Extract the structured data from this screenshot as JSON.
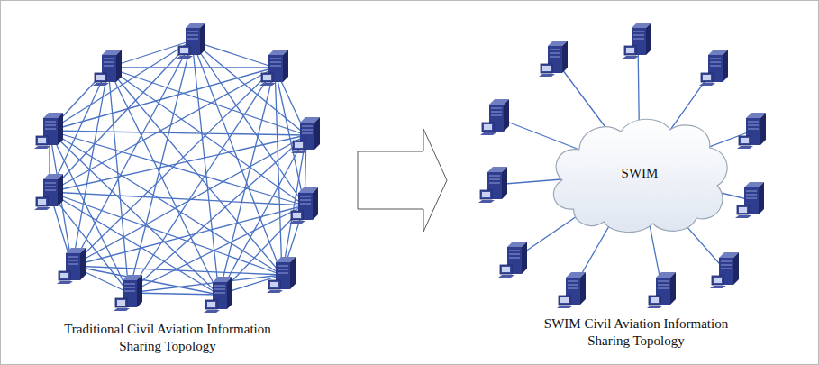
{
  "diagram": {
    "nodes": [
      {
        "text": [
          "SWIM"
        ]
      }
    ],
    "labels": [
      "Traditional Civil Aviation Information Sharing Topology",
      "SWIM Civil Aviation Information Sharing Topology"
    ]
  }
}
